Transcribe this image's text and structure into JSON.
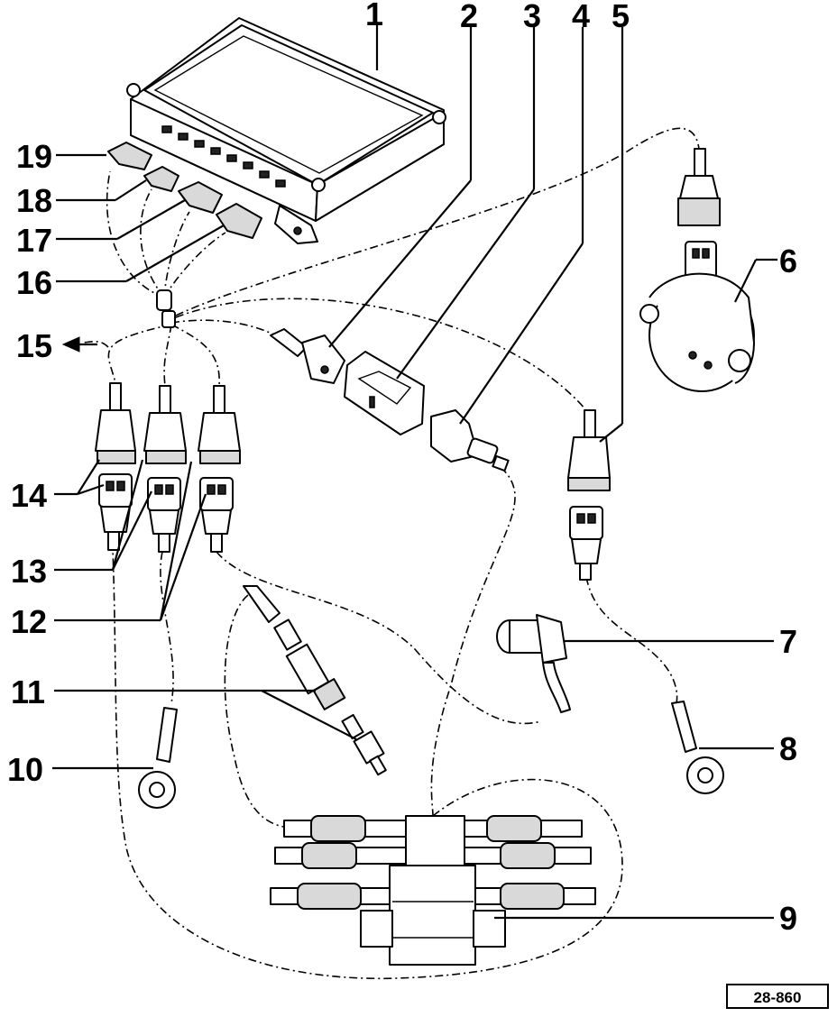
{
  "callouts": {
    "c1": "1",
    "c2": "2",
    "c3": "3",
    "c4": "4",
    "c5": "5",
    "c6": "6",
    "c7": "7",
    "c8": "8",
    "c9": "9",
    "c10": "10",
    "c11": "11",
    "c12": "12",
    "c13": "13",
    "c14": "14",
    "c15": "15",
    "c16": "16",
    "c17": "17",
    "c18": "18",
    "c19": "19"
  },
  "reference": "28-860"
}
